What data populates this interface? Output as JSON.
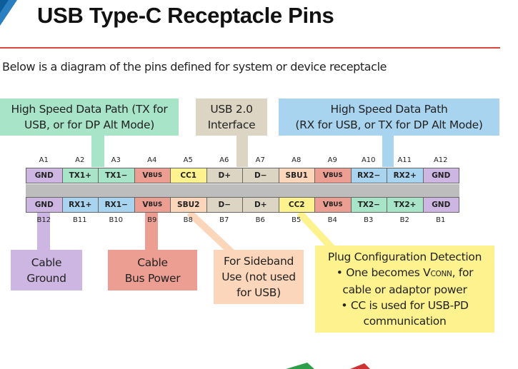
{
  "title": "USB Type-C Receptacle Pins",
  "subtitle": "Below is a diagram of the pins defined for system or device receptacle",
  "callouts": {
    "hs_tx": {
      "line1": "High Speed Data Path (TX for",
      "line2": "USB, or for DP Alt Mode)"
    },
    "usb2": {
      "line1": "USB 2.0",
      "line2": "Interface"
    },
    "hs_rx": {
      "line1": "High Speed Data Path",
      "line2": "(RX for USB, or TX for DP Alt Mode)"
    },
    "cable_ground": {
      "line1": "Cable",
      "line2": "Ground"
    },
    "cable_power": {
      "line1": "Cable",
      "line2": "Bus Power"
    },
    "sideband": {
      "line1": "For Sideband",
      "line2": "Use (not used",
      "line3": "for USB)"
    },
    "pcd": {
      "heading": "Plug Configuration Detection",
      "bullet1_a": "One becomes V",
      "bullet1_sub": "CONN",
      "bullet1_b": ", for",
      "bullet1_c": "cable or adaptor power",
      "bullet2_a": "CC is used for USB-PD",
      "bullet2_b": "communication"
    }
  },
  "top_row": {
    "numbers": [
      "A1",
      "A2",
      "A3",
      "A4",
      "A5",
      "A6",
      "A7",
      "A8",
      "A9",
      "A10",
      "A11",
      "A12"
    ],
    "pins": [
      "GND",
      "TX1+",
      "TX1−",
      "VBUS",
      "CC1",
      "D+",
      "D−",
      "SBU1",
      "VBUS",
      "RX2−",
      "RX2+",
      "GND"
    ]
  },
  "bottom_row": {
    "numbers": [
      "B12",
      "B11",
      "B10",
      "B9",
      "B8",
      "B7",
      "B6",
      "B5",
      "B4",
      "B3",
      "B2",
      "B1"
    ],
    "pins": [
      "GND",
      "RX1+",
      "RX1−",
      "VBUS",
      "SBU2",
      "D−",
      "D+",
      "CC2",
      "VBUS",
      "TX2−",
      "TX2+",
      "GND"
    ]
  },
  "colors": {
    "gnd": "#cdb6e2",
    "hs_tx": "#a8e4c8",
    "vbus": "#ec9e92",
    "cc": "#fdf28e",
    "usb2": "#ddd5c4",
    "sbu": "#fbd6ba",
    "hs_rx": "#a9d4ef",
    "title_rule": "#d9473a"
  }
}
